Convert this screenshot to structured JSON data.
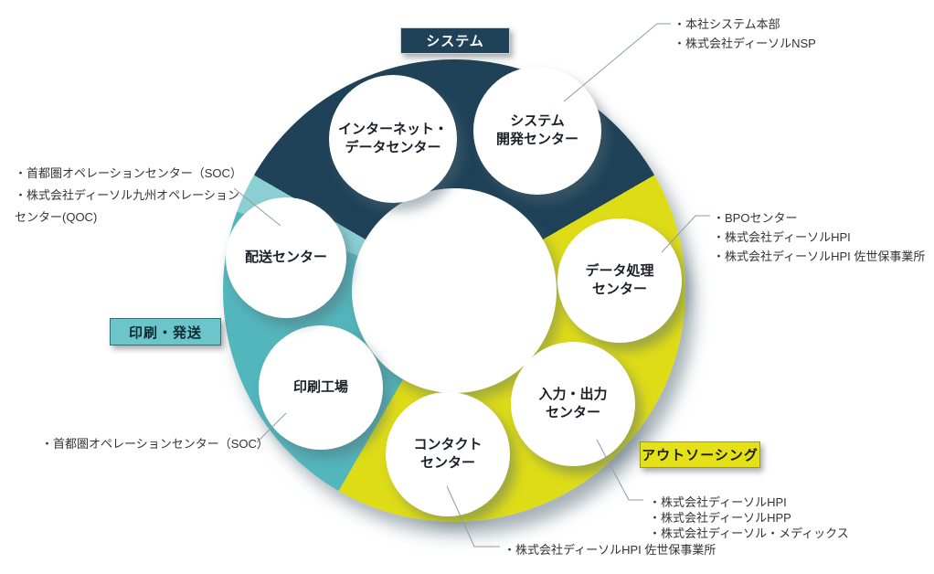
{
  "diagram_title": "",
  "categories": {
    "system": {
      "label": "システム",
      "bg": "#1f4258",
      "fg": "#ffffff"
    },
    "print_shipping": {
      "label": "印刷・発送",
      "bg": "#6cc5ca",
      "fg": "#0f2b31"
    },
    "outsourcing": {
      "label": "アウトソーシング",
      "bg": "#e4e118",
      "fg": "#1c1c00"
    }
  },
  "ring": {
    "segments": [
      {
        "name": "system",
        "color": "#1f4258",
        "from": 0,
        "to": 60
      },
      {
        "name": "outsourcing",
        "color": "#dedc17",
        "from": 60,
        "to": 210
      },
      {
        "name": "print-shipping",
        "color": "#53b6bc",
        "from": 210,
        "to": 290
      },
      {
        "name": "print-shipping-highlight",
        "color": "#8ccfd3",
        "from": 290,
        "to": 300
      },
      {
        "name": "system",
        "color": "#1f4258",
        "from": 300,
        "to": 360
      }
    ]
  },
  "centers": {
    "internet_data": "インターネット・\nデータセンター",
    "system_dev": "システム\n開発センター",
    "data_processing": "データ処理\nセンター",
    "input_output": "入力・出力\nセンター",
    "contact": "コンタクト\nセンター",
    "print_factory": "印刷工場",
    "delivery": "配送センター"
  },
  "annotations": {
    "system_dev": "・本社システム本部\n・株式会社ディーソルNSP",
    "data_processing": "・BPOセンター\n・株式会社ディーソルHPI\n・株式会社ディーソルHPI 佐世保事業所",
    "delivery": "・首都圏オペレーションセンター（SOC）\n・株式会社ディーソル九州オペレーション\nセンター(QOC)",
    "print_factory": "・首都圏オペレーションセンター（SOC）",
    "contact": "・株式会社ディーソルHPI 佐世保事業所",
    "input_output": "・株式会社ディーソルHPI\n・株式会社ディーソルHPP\n・株式会社ディーソル・メディックス"
  }
}
